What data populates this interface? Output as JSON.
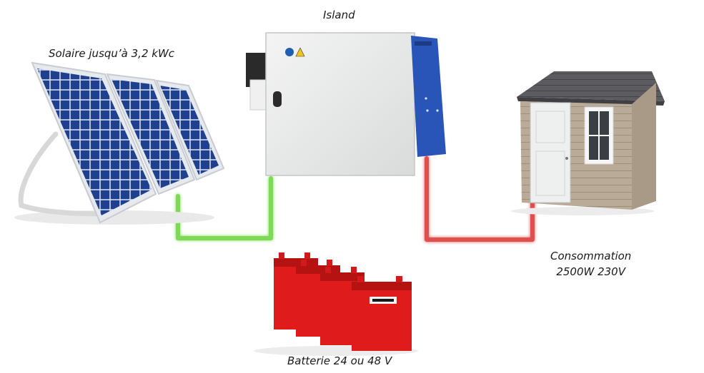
{
  "labels": {
    "island": "Island",
    "solar": "Solaire jusqu’à 3,2 kWc",
    "consumption_line1": "Consommation",
    "consumption_line2": "2500W 230V",
    "battery": "Batterie 24 ou 48 V"
  },
  "colors": {
    "solar_link": "#7ed957",
    "battery_link": "#5b9bd5",
    "load_link": "#e05050",
    "panel_blue": "#1f3f8f",
    "battery_red": "#e01b1b",
    "inverter_blue": "#2a55b8",
    "shed_siding": "#b9ab97",
    "shed_roof": "#5b5b60"
  },
  "icons": {
    "solar": "solar-panel-icon",
    "inverter": "inverter-cabinet-icon",
    "battery": "battery-bank-icon",
    "load": "shed-house-icon"
  }
}
